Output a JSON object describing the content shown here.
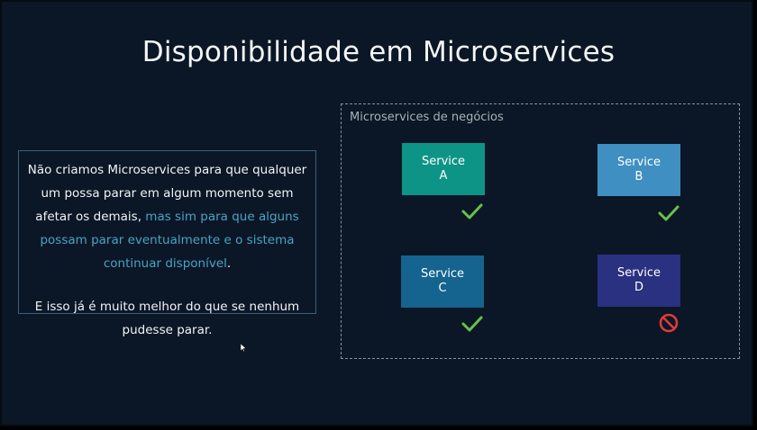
{
  "slide": {
    "title": "Disponibilidade em Microservices",
    "text": {
      "p1_part1": "Não criamos Microservices para que qualquer um possa parar em algum momento sem afetar os demais, ",
      "p1_highlight": "mas sim para que alguns possam parar eventualmente e o sistema continuar disponível",
      "p1_end": ".",
      "p2": "E isso já é muito melhor do que se nenhum pudesse parar."
    },
    "highlight_color": "#4aa3c4",
    "group_label": "Microservices de negócios",
    "services": [
      {
        "label": "Service",
        "letter": "A",
        "color": "#0e9487",
        "status": "check-icon"
      },
      {
        "label": "Service",
        "letter": "B",
        "color": "#3f8fc2",
        "status": "check-icon"
      },
      {
        "label": "Service",
        "letter": "C",
        "color": "#14648f",
        "status": "check-icon"
      },
      {
        "label": "Service",
        "letter": "D",
        "color": "#2a3180",
        "status": "blocked-icon"
      }
    ],
    "status_colors": {
      "ok": "#6cc04a",
      "down": "#e23b3b"
    }
  }
}
